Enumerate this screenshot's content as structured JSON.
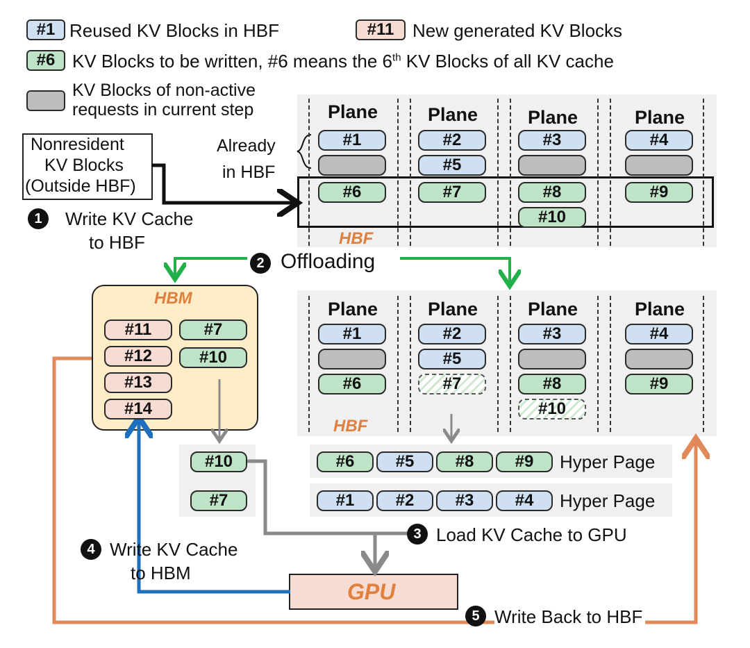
{
  "legend": {
    "reused": {
      "tag": "#1",
      "text": "Reused KV Blocks in HBF"
    },
    "new": {
      "tag": "#11",
      "text": "New generated KV Blocks"
    },
    "towrite": {
      "tag": "#6",
      "text_a": "KV  Blocks to be written, #6 means the 6",
      "sup": "th",
      "text_b": " KV Blocks of all KV cache"
    },
    "nonactive": {
      "line1": "KV Blocks of non-active",
      "line2": "requests in current step"
    }
  },
  "nonresident": {
    "line1": "Nonresident",
    "line2": "KV Blocks",
    "line3": "(Outside HBF)"
  },
  "already": {
    "line1": "Already",
    "line2": "in HBF"
  },
  "plane_label": "Plane",
  "hbf_label": "HBF",
  "hbm_label": "HBM",
  "gpu_label": "GPU",
  "hyper_page_label": "Hyper Page",
  "steps": [
    {
      "n": "1",
      "line1": "Write KV Cache",
      "line2": "to HBF"
    },
    {
      "n": "2",
      "line1": "Offloading"
    },
    {
      "n": "3",
      "line1": "Load KV Cache to GPU"
    },
    {
      "n": "4",
      "line1": "Write KV Cache",
      "line2": "to HBM"
    },
    {
      "n": "5",
      "line1": "Write Back to HBF"
    }
  ],
  "top_hbf": {
    "planes": [
      {
        "reused": [
          "#1"
        ],
        "grey": 1,
        "write": [
          "#6"
        ]
      },
      {
        "reused": [
          "#2",
          "#5"
        ],
        "grey": 0,
        "write": [
          "#7"
        ]
      },
      {
        "reused": [
          "#3"
        ],
        "grey": 1,
        "write": [
          "#8",
          "#10"
        ]
      },
      {
        "reused": [
          "#4"
        ],
        "grey": 1,
        "write": [
          "#9"
        ]
      }
    ]
  },
  "bottom_hbf": {
    "planes": [
      {
        "blue": "#1",
        "green": "#6"
      },
      {
        "blue": "#2",
        "blue2": "#5",
        "hatched": "#7"
      },
      {
        "blue": "#3",
        "green": "#8",
        "hatched": "#10"
      },
      {
        "blue": "#4",
        "green": "#9"
      }
    ]
  },
  "hbm": {
    "new": [
      "#11",
      "#12",
      "#13",
      "#14"
    ],
    "green": [
      "#7",
      "#10"
    ]
  },
  "buffer": [
    "#10",
    "#7"
  ],
  "hyper_pages": [
    {
      "blocks": [
        "#6",
        "#5",
        "#8",
        "#9"
      ],
      "colors": [
        "green",
        "blue",
        "green",
        "green"
      ]
    },
    {
      "blocks": [
        "#1",
        "#2",
        "#3",
        "#4"
      ],
      "colors": [
        "blue",
        "blue",
        "blue",
        "blue"
      ]
    }
  ],
  "colors": {
    "blue": "#cfe0f3",
    "green": "#bfe3c7",
    "pink": "#f6dcd3",
    "grey": "#bdbdbd",
    "hbm_bg": "#fdedc7",
    "gpu_bg": "#f6dcd3",
    "arrow_green": "#22b04a",
    "arrow_blue": "#1f6fbf",
    "arrow_orange": "#e08a5a",
    "arrow_grey": "#8a8a8a"
  }
}
